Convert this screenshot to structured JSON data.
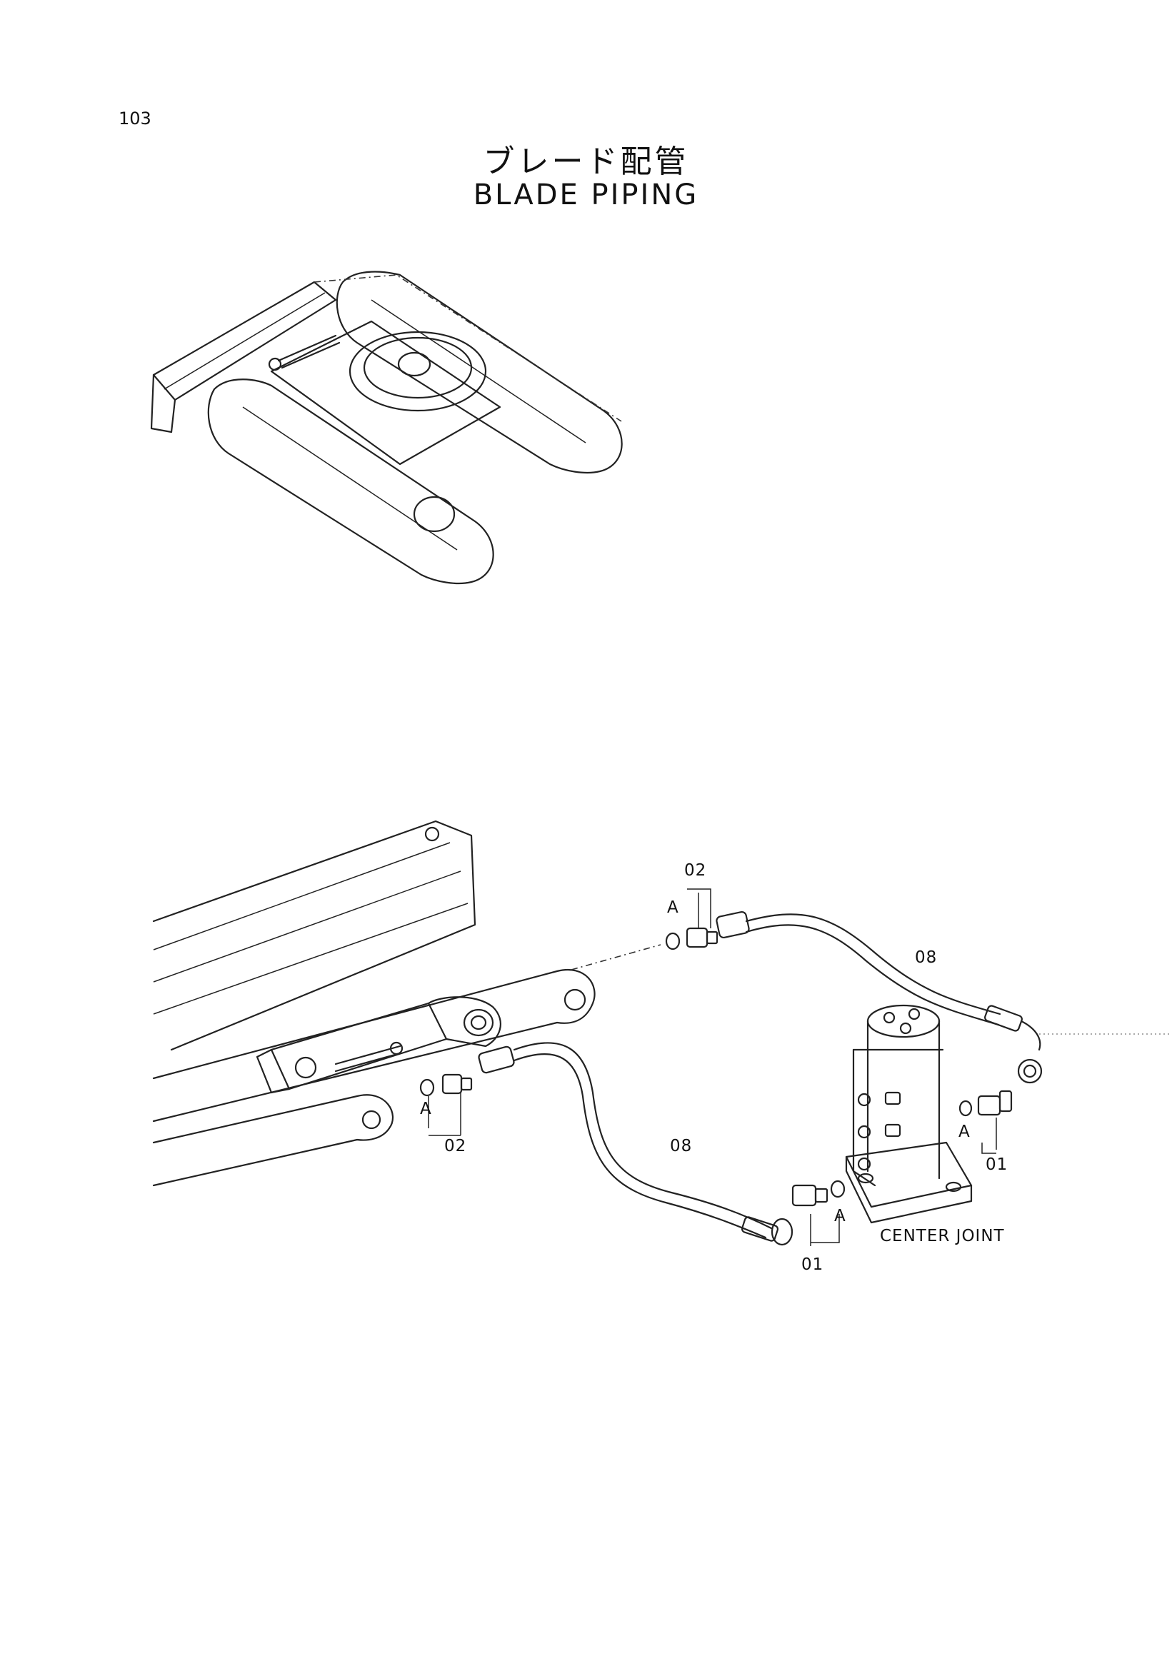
{
  "page": {
    "number": "103"
  },
  "title": {
    "japanese": "ブレード配管",
    "english": "BLADE PIPING"
  },
  "callouts": {
    "part_02_top": "02",
    "part_02_bottom": "02",
    "part_08_top": "08",
    "part_08_bottom": "08",
    "part_01_right": "01",
    "part_01_bottom": "01",
    "ref_a_top": "A",
    "ref_a_left": "A",
    "ref_a_right": "A",
    "ref_a_bottom": "A"
  },
  "component_labels": {
    "center_joint": "CENTER JOINT"
  }
}
